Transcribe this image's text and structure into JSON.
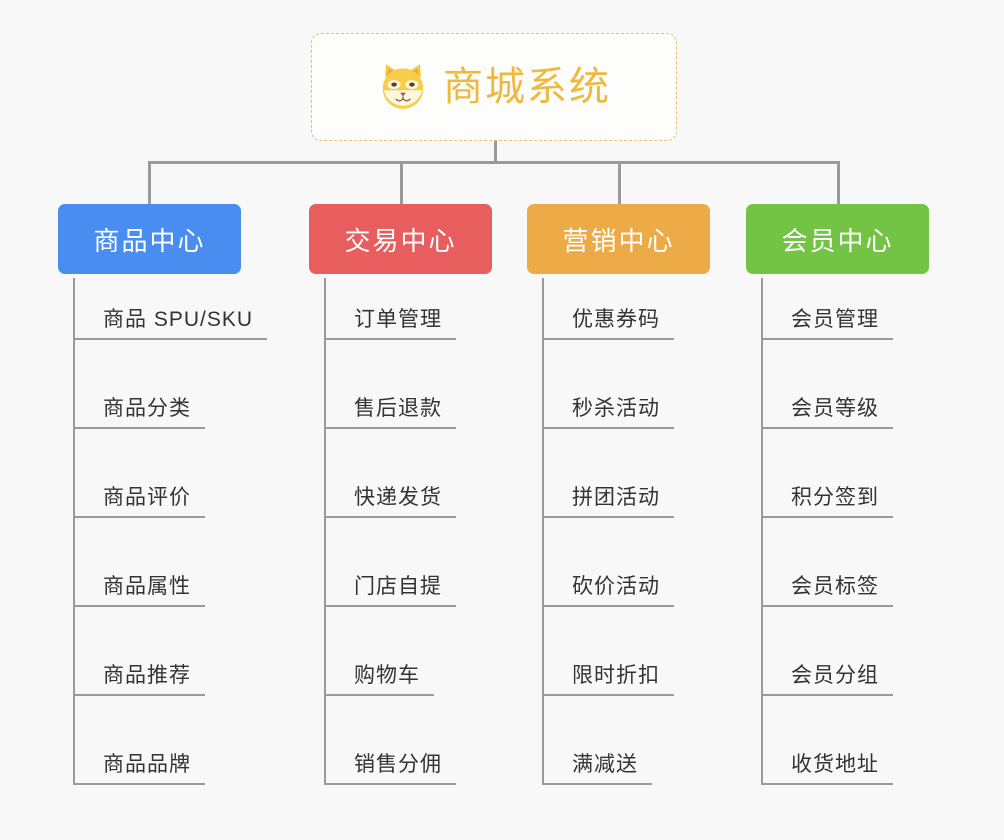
{
  "page": {
    "background": "#f8f8f8",
    "line_color": "#9a9a9a"
  },
  "root": {
    "title": "商城系统",
    "icon": "shiba-dog-face-emoji",
    "border_color": "#e8bf72",
    "text_color": "#efb940"
  },
  "categories": [
    {
      "label": "商品中心",
      "color": "#4a8df0",
      "items": [
        "商品 SPU/SKU",
        "商品分类",
        "商品评价",
        "商品属性",
        "商品推荐",
        "商品品牌"
      ]
    },
    {
      "label": "交易中心",
      "color": "#e85d5d",
      "items": [
        "订单管理",
        "售后退款",
        "快递发货",
        "门店自提",
        "购物车",
        "销售分佣"
      ]
    },
    {
      "label": "营销中心",
      "color": "#edab47",
      "items": [
        "优惠券码",
        "秒杀活动",
        "拼团活动",
        "砍价活动",
        "限时折扣",
        "满减送"
      ]
    },
    {
      "label": "会员中心",
      "color": "#73c444",
      "items": [
        "会员管理",
        "会员等级",
        "积分签到",
        "会员标签",
        "会员分组",
        "收货地址"
      ]
    }
  ]
}
